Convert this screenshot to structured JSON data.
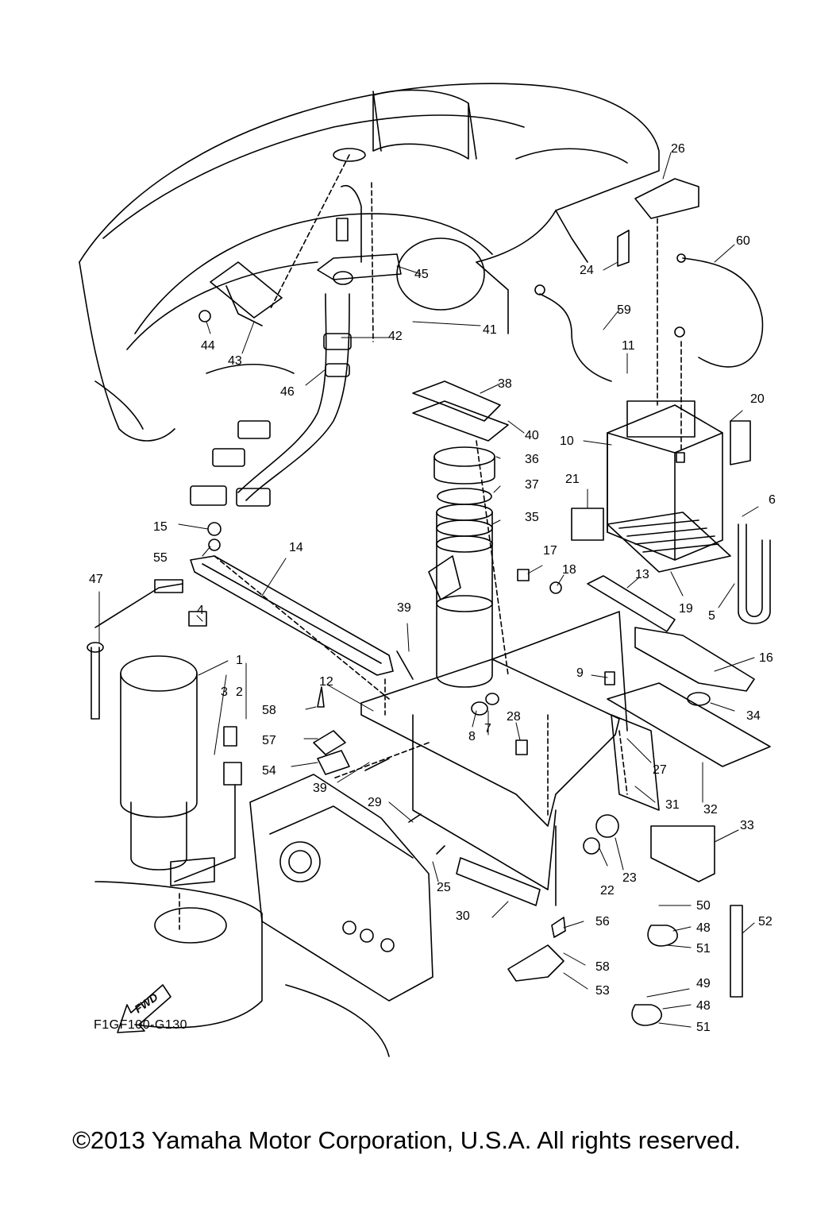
{
  "diagram_code": "F1GF100-G130",
  "copyright": "©2013 Yamaha Motor Corporation, U.S.A. All rights reserved.",
  "fwd_label": "FWD",
  "callouts": [
    "1",
    "2",
    "3",
    "4",
    "5",
    "6",
    "7",
    "8",
    "9",
    "10",
    "11",
    "12",
    "13",
    "14",
    "15",
    "16",
    "17",
    "18",
    "19",
    "20",
    "21",
    "22",
    "23",
    "24",
    "25",
    "26",
    "27",
    "28",
    "29",
    "30",
    "31",
    "32",
    "33",
    "34",
    "35",
    "36",
    "37",
    "38",
    "39",
    "39",
    "40",
    "41",
    "42",
    "43",
    "44",
    "45",
    "46",
    "47",
    "48",
    "48",
    "49",
    "50",
    "51",
    "51",
    "52",
    "53",
    "54",
    "55",
    "56",
    "57",
    "58",
    "58",
    "59",
    "60"
  ]
}
